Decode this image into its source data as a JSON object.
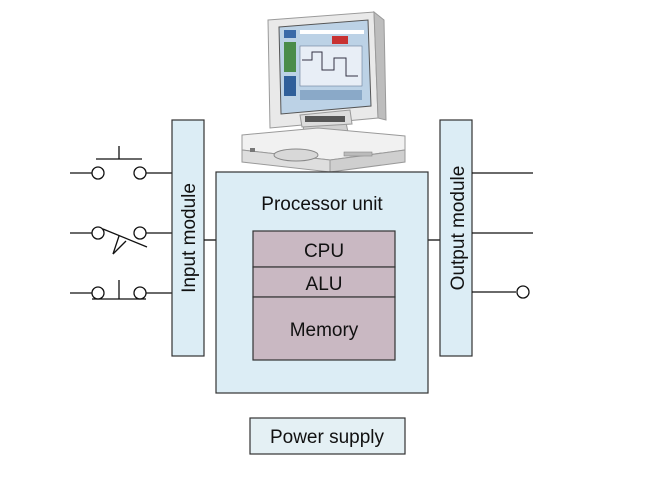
{
  "diagram": {
    "input_module_label": "Input module",
    "output_module_label": "Output module",
    "processor_unit_label": "Processor unit",
    "cpu_label": "CPU",
    "alu_label": "ALU",
    "memory_label": "Memory",
    "power_supply_label": "Power supply"
  },
  "colors": {
    "module_fill": "#dcedf5",
    "processor_fill": "#dcedf5",
    "inner_fill": "#c9b8c2",
    "power_fill": "#e4f0f4",
    "stroke": "#333333",
    "line": "#111111"
  },
  "icons": {
    "computer": "desktop-computer-icon",
    "switch_1": "push-button-normally-open-icon",
    "switch_2": "toggle-switch-icon",
    "switch_3": "push-button-normally-closed-icon",
    "output_terminal": "output-terminal-icon"
  }
}
